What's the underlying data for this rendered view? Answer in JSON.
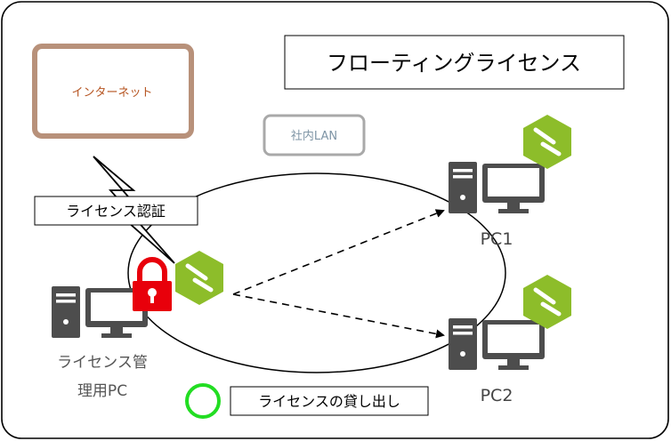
{
  "title": "フローティングライセンス",
  "internet_label": "インターネット",
  "lan_label": "社内LAN",
  "auth_label": "ライセンス認証",
  "lend_label": "ライセンスの貸し出し",
  "server_label_line1": "ライセンス管",
  "server_label_line2": "理用PC",
  "pc1_label": "PC1",
  "pc2_label": "PC2",
  "colors": {
    "internet_border": "#b8917a",
    "internet_text": "#b5531f",
    "lan_border": "#a9a9a9",
    "lan_text": "#7f95a6",
    "lock_red": "#e8000b",
    "license_green": "#8dbd2a",
    "token_circle": "#22dd22",
    "pc_gray": "#4d4d4d"
  },
  "icons": [
    "computer-icon",
    "lock-icon",
    "license-icon",
    "lightning-icon"
  ]
}
